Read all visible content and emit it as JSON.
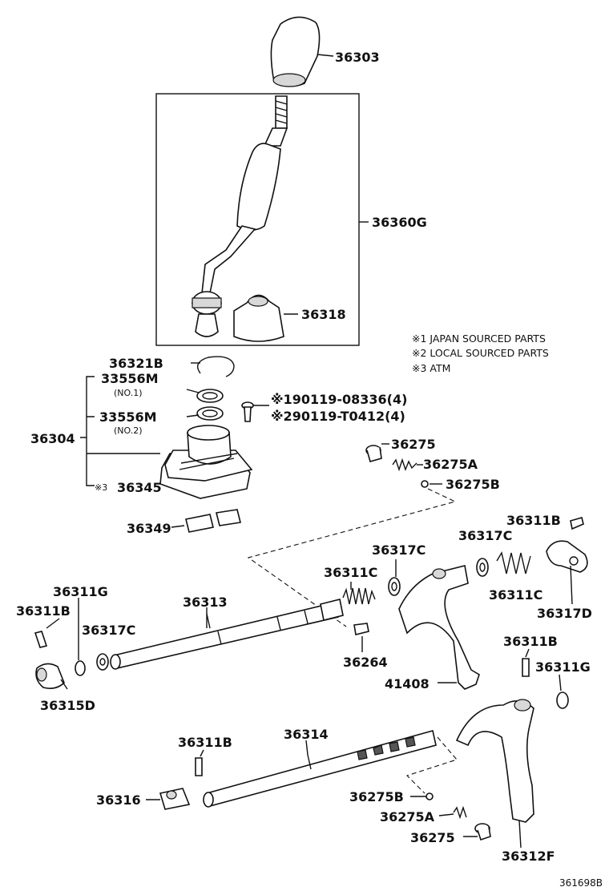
{
  "labels": {
    "l36303": "36303",
    "l36360G": "36360G",
    "l36318": "36318",
    "l36321B": "36321B",
    "l33556M_1": "33556M",
    "no1": "(NO.1)",
    "l33556M_2": "33556M",
    "no2": "(NO.2)",
    "l36304": "36304",
    "mark3": "※3",
    "l36345": "36345",
    "l36349": "36349",
    "bolt1": "※190119-08336(4)",
    "bolt2": "※290119-T0412(4)",
    "l36275_top": "36275",
    "l36275A_top": "36275A",
    "l36275B_top": "36275B",
    "l36311B_top": "36311B",
    "l36317C_right": "36317C",
    "l36317C_mid": "36317C",
    "l36311C_mid": "36311C",
    "l36311C_right": "36311C",
    "l36317D": "36317D",
    "l36311G_left": "36311G",
    "l36311B_left": "36311B",
    "l36313": "36313",
    "l36317C_left": "36317C",
    "l36264": "36264",
    "l41408": "41408",
    "l36315D": "36315D",
    "l36311B_right": "36311B",
    "l36311G_right": "36311G",
    "l36311B_bottom": "36311B",
    "l36314": "36314",
    "l36316": "36316",
    "l36275B_bottom": "36275B",
    "l36275A_bottom": "36275A",
    "l36275_bottom": "36275",
    "l36312F": "36312F"
  },
  "notes": [
    "※1 JAPAN SOURCED PARTS",
    "※2 LOCAL SOURCED PARTS",
    "※3 ATM"
  ],
  "footer": "361698B"
}
